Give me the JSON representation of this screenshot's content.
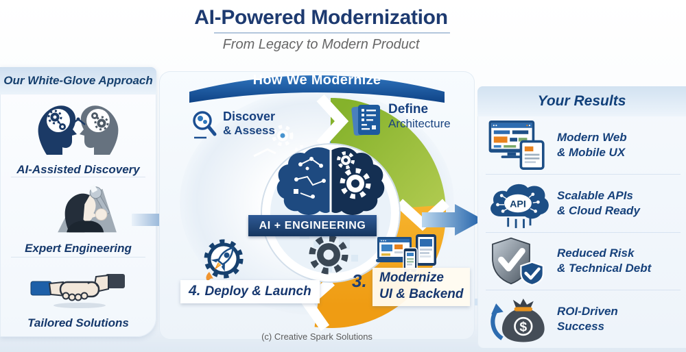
{
  "header": {
    "title": "AI-Powered Modernization",
    "subtitle": "From Legacy to Modern Product"
  },
  "left_panel": {
    "heading": "Our White-Glove Approach",
    "items": [
      {
        "label": "AI-Assisted Discovery",
        "icon": "two-heads-gears-icon"
      },
      {
        "label": "Expert Engineering",
        "icon": "engineer-wrench-icon"
      },
      {
        "label": "Tailored Solutions",
        "icon": "handshake-icon"
      }
    ]
  },
  "cycle": {
    "heading": "How We Modernize",
    "center_label": "AI + ENGINEERING",
    "steps": [
      {
        "number": "",
        "line1": "Discover",
        "line2": "& Assess",
        "icon": "magnifier-icon",
        "segment_color": "#3f8fcd"
      },
      {
        "number": "",
        "line1": "Define",
        "line2": "Architecture",
        "icon": "blueprint-icon",
        "segment_color": "#93b939"
      },
      {
        "number": "3.",
        "line1": "Modernize",
        "line2": "UI & Backend",
        "icon": "devices-icon",
        "segment_color": "#f2a41e"
      },
      {
        "number": "4.",
        "line1": "Deploy & Launch",
        "line2": "",
        "icon": "rocket-gear-icon",
        "segment_color": "#2f7cc3"
      }
    ]
  },
  "right_panel": {
    "heading": "Your Results",
    "items": [
      {
        "line1": "Modern Web",
        "line2": "& Mobile UX",
        "icon": "web-mobile-icon"
      },
      {
        "line1": "Scalable APIs",
        "line2": "& Cloud Ready",
        "icon": "api-cloud-icon",
        "badge": "API"
      },
      {
        "line1": "Reduced Risk",
        "line2": "& Technical Debt",
        "icon": "shield-check-icon"
      },
      {
        "line1": "ROI-Driven",
        "line2": "Success",
        "icon": "money-bag-icon",
        "symbol": "$"
      }
    ]
  },
  "footer": {
    "credit": "(c) Creative Spark Solutions"
  },
  "colors": {
    "navy_text": "#1b3a70",
    "banner_blue": "#15519e",
    "ring_blue": "#3687cb",
    "ring_green": "#94ba38",
    "ring_orange": "#f2a41e",
    "accent_orange": "#ef8a1d"
  }
}
